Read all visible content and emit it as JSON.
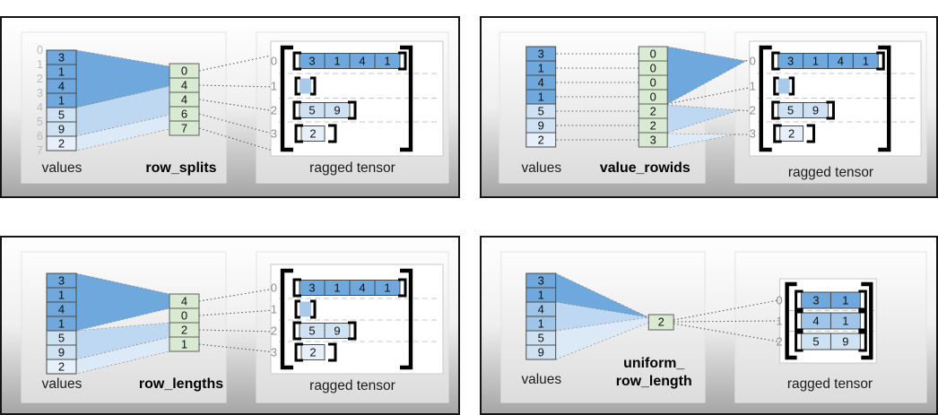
{
  "colors": {
    "dark_blue": "#6FA8DC",
    "medium_blue": "#9FC5E8",
    "light_blue": "#CFE2F3",
    "pale_blue": "#E7F0FA",
    "empty_cell_blue": "#A9C9EA",
    "param_green": "#D9EAD3",
    "frame_black": "#151515",
    "index_gray": "#B9B9B9"
  },
  "panels": [
    {
      "method_label": "row_splits",
      "values_label": "values",
      "tensor_label": "ragged tensor",
      "values": [
        "3",
        "1",
        "4",
        "1",
        "5",
        "9",
        "2"
      ],
      "value_boundary_labels": [
        "0",
        "1",
        "2",
        "3",
        "4",
        "5",
        "6",
        "7"
      ],
      "param_values": [
        "0",
        "4",
        "4",
        "6",
        "7"
      ],
      "tensor_rows": [
        {
          "label": "0",
          "cells": [
            "3",
            "1",
            "4",
            "1"
          ]
        },
        {
          "label": "1",
          "cells": []
        },
        {
          "label": "2",
          "cells": [
            "5",
            "9"
          ]
        },
        {
          "label": "3",
          "cells": [
            "2"
          ]
        }
      ]
    },
    {
      "method_label": "value_rowids",
      "values_label": "values",
      "tensor_label": "ragged tensor",
      "values": [
        "3",
        "1",
        "4",
        "1",
        "5",
        "9",
        "2"
      ],
      "param_values": [
        "0",
        "0",
        "0",
        "0",
        "2",
        "2",
        "3"
      ],
      "tensor_rows": [
        {
          "label": "0",
          "cells": [
            "3",
            "1",
            "4",
            "1"
          ]
        },
        {
          "label": "1",
          "cells": []
        },
        {
          "label": "2",
          "cells": [
            "5",
            "9"
          ]
        },
        {
          "label": "3",
          "cells": [
            "2"
          ]
        }
      ]
    },
    {
      "method_label": "row_lengths",
      "values_label": "values",
      "tensor_label": "ragged tensor",
      "values": [
        "3",
        "1",
        "4",
        "1",
        "5",
        "9",
        "2"
      ],
      "param_values": [
        "4",
        "0",
        "2",
        "1"
      ],
      "tensor_rows": [
        {
          "label": "0",
          "cells": [
            "3",
            "1",
            "4",
            "1"
          ]
        },
        {
          "label": "1",
          "cells": []
        },
        {
          "label": "2",
          "cells": [
            "5",
            "9"
          ]
        },
        {
          "label": "3",
          "cells": [
            "2"
          ]
        }
      ]
    },
    {
      "method_label_line1": "uniform_",
      "method_label_line2": "row_length",
      "values_label": "values",
      "tensor_label": "ragged tensor",
      "values": [
        "3",
        "1",
        "4",
        "1",
        "5",
        "9"
      ],
      "param_values": [
        "2"
      ],
      "tensor_rows": [
        {
          "label": "0",
          "cells": [
            "3",
            "1"
          ]
        },
        {
          "label": "1",
          "cells": [
            "4",
            "1"
          ]
        },
        {
          "label": "2",
          "cells": [
            "5",
            "9"
          ]
        }
      ]
    }
  ]
}
